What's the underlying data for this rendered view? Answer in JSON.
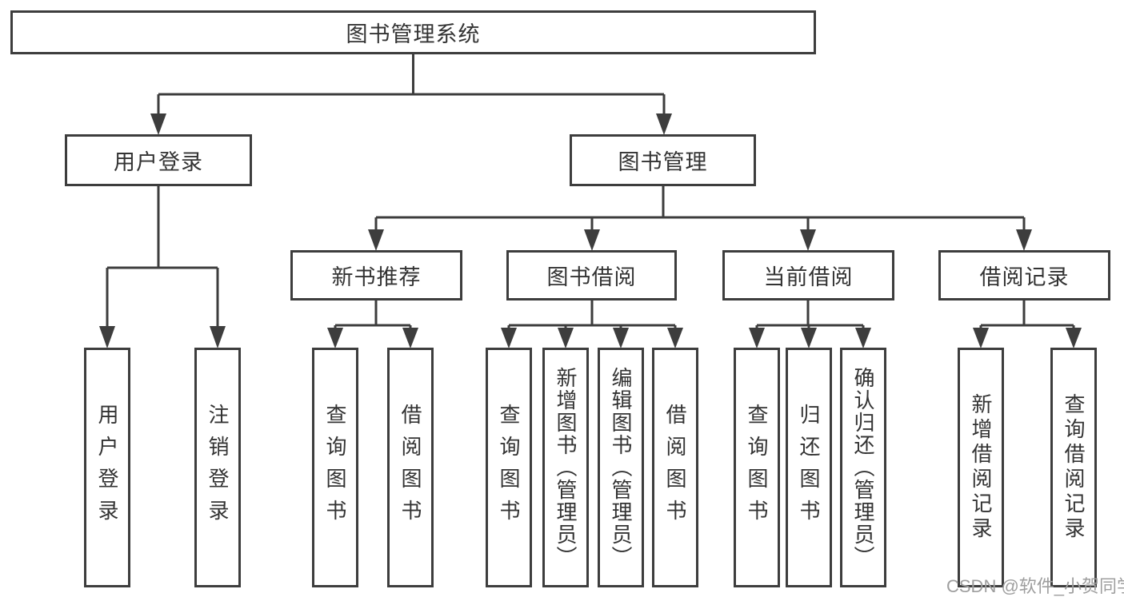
{
  "tree": {
    "root": {
      "label": "图书管理系统"
    },
    "children": [
      {
        "label": "用户登录",
        "children": [
          {
            "label": "用户登录"
          },
          {
            "label": "注销登录"
          }
        ]
      },
      {
        "label": "图书管理",
        "children": [
          {
            "label": "新书推荐",
            "children": [
              {
                "label": "查询图书"
              },
              {
                "label": "借阅图书"
              }
            ]
          },
          {
            "label": "图书借阅",
            "children": [
              {
                "label": "查询图书"
              },
              {
                "label": "新增图书（管理员）"
              },
              {
                "label": "编辑图书（管理员）"
              },
              {
                "label": "借阅图书"
              }
            ]
          },
          {
            "label": "当前借阅",
            "children": [
              {
                "label": "查询图书"
              },
              {
                "label": "归还图书"
              },
              {
                "label": "确认归还（管理员）"
              }
            ]
          },
          {
            "label": "借阅记录",
            "children": [
              {
                "label": "新增借阅记录"
              },
              {
                "label": "查询借阅记录"
              }
            ]
          }
        ]
      }
    ]
  },
  "watermark": {
    "text": "CSDN @软件_小贺同学"
  },
  "colors": {
    "line": "#3d3d3d",
    "text": "#333333",
    "box_fill": "#ffffff",
    "background": "#ffffff",
    "watermark": "#9e9e9e"
  }
}
